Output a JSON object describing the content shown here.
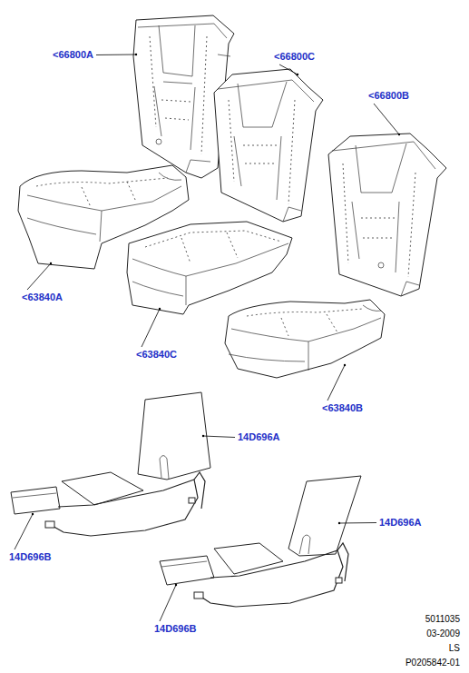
{
  "diagram": {
    "labels": [
      "<66800A",
      "<66800C",
      "<66800B",
      "<63840A",
      "<63840C",
      "<63840B",
      "14D696A",
      "14D696B",
      "14D696A",
      "14D696B",
      "5011035",
      "03-2009",
      "LS",
      "P0205842-01"
    ]
  }
}
